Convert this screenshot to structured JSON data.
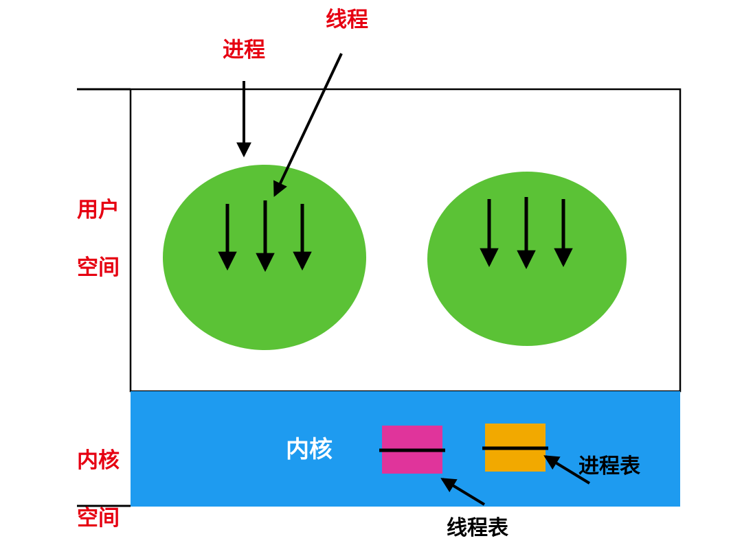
{
  "diagram": {
    "title": "user-level threads vs kernel structures diagram",
    "labels": {
      "process": "进程",
      "thread": "线程",
      "user_space_line1": "用户",
      "user_space_line2": "空间",
      "kernel_space_line1": "内核",
      "kernel_space_line2": "空间",
      "kernel": "内核",
      "thread_table": "线程表",
      "process_table": "进程表"
    },
    "colors": {
      "label_red": "#e60012",
      "ellipse_green": "#5bc236",
      "kernel_blue": "#1e9bf0",
      "thread_table_pink": "#e0349b",
      "process_table_orange": "#f2a900",
      "user_space_fill": "#ffffff",
      "outline_black": "#000000",
      "kernel_text_white": "#ffffff"
    }
  }
}
